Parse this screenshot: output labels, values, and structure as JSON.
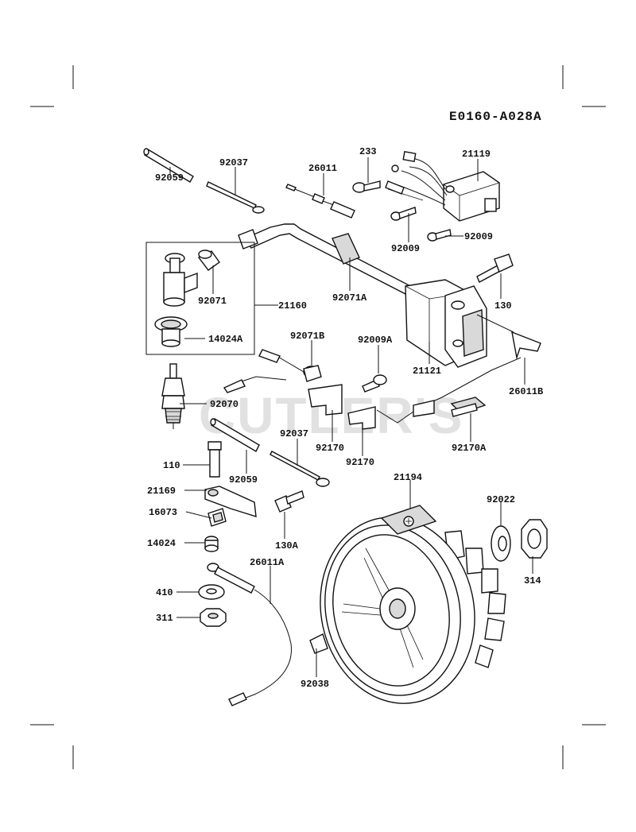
{
  "diagram_code": "E0160-A028A",
  "watermark": "CUTLER'S",
  "part_labels": {
    "p92059_top": "92059",
    "p92037_top": "92037",
    "p26011": "26011",
    "p233": "233",
    "p21119": "21119",
    "p92009_a": "92009",
    "p92009_b": "92009",
    "p92071": "92071",
    "p21160": "21160",
    "p92071A": "92071A",
    "p130": "130",
    "p14024A": "14024A",
    "p92071B": "92071B",
    "p92009A": "92009A",
    "p21121": "21121",
    "p26011B": "26011B",
    "p92070": "92070",
    "p92170_a": "92170",
    "p92170_b": "92170",
    "p92170A": "92170A",
    "p92037_mid": "92037",
    "p110": "110",
    "p92059_mid": "92059",
    "p21169": "21169",
    "p16073": "16073",
    "p130A": "130A",
    "p14024": "14024",
    "p21194": "21194",
    "p92022": "92022",
    "p314": "314",
    "p26011A": "26011A",
    "p410": "410",
    "p311": "311",
    "p92038": "92038"
  }
}
